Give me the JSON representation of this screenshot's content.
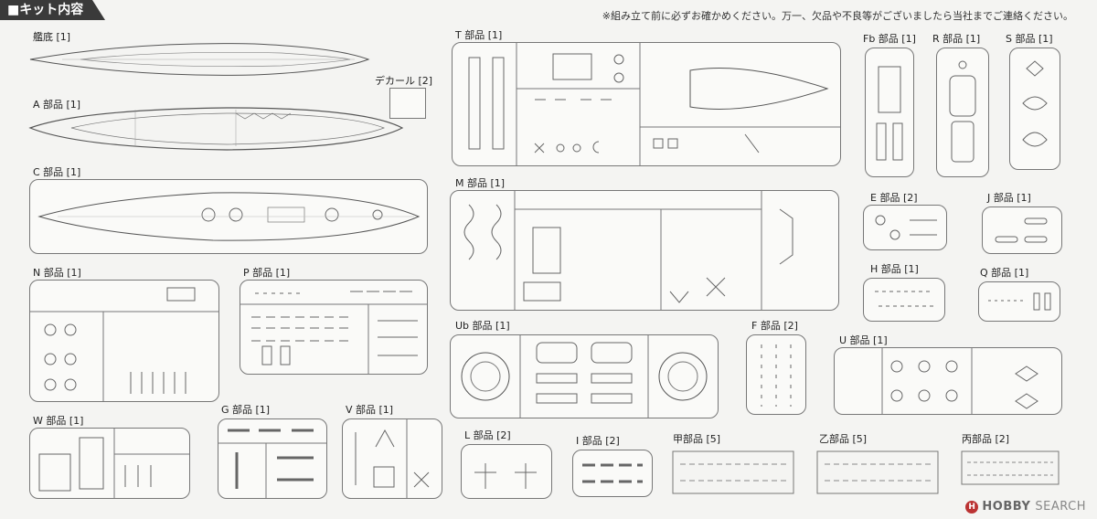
{
  "header": {
    "title": "■キット内容"
  },
  "notice": "※組み立て前に必ずお確かめください。万一、欠品や不良等がございましたら当社までご連絡ください。",
  "parts": {
    "hull_bottom": "艦底 [1]",
    "a": "A 部品 [1]",
    "c": "C 部品 [1]",
    "decal": "デカール [2]",
    "t": "T 部品 [1]",
    "m": "M 部品 [1]",
    "fb": "Fb 部品 [1]",
    "r": "R 部品 [1]",
    "s": "S 部品 [1]",
    "e": "E 部品 [2]",
    "j": "J 部品 [1]",
    "h": "H 部品 [1]",
    "q": "Q 部品 [1]",
    "n": "N 部品 [1]",
    "p": "P 部品 [1]",
    "ub": "Ub 部品 [1]",
    "f": "F 部品 [2]",
    "u": "U 部品 [1]",
    "w": "W 部品 [1]",
    "g": "G 部品 [1]",
    "v": "V 部品 [1]",
    "l": "L 部品 [2]",
    "i": "I 部品 [2]",
    "kou": "甲部品 [5]",
    "otsu": "乙部品 [5]",
    "hei": "丙部品 [2]"
  },
  "watermark": {
    "brand": "HOBBY",
    "suffix": "SEARCH",
    "icon_letter": "H"
  },
  "colors": {
    "header_bg": "#3a3a3a",
    "line": "#555555",
    "frame_bg": "#fafaf8"
  }
}
